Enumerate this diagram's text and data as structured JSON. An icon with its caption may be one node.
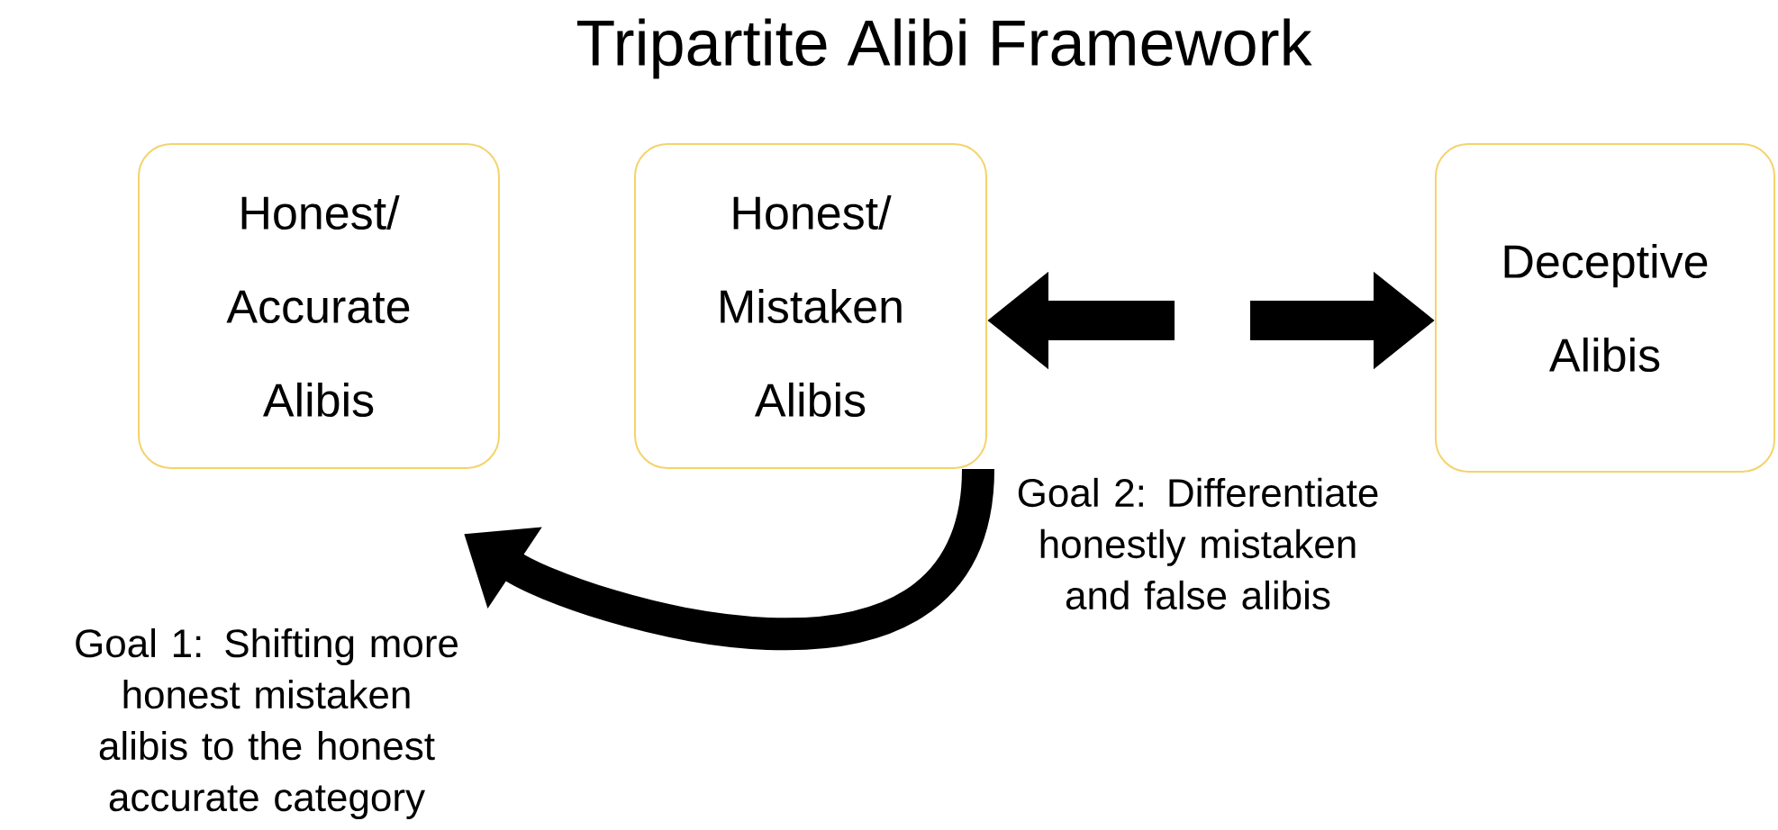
{
  "diagram": {
    "title": "Tripartite Alibi Framework",
    "nodes": [
      {
        "text": [
          "Honest/ Accurate Alibis"
        ]
      },
      {
        "text": [
          "Honest/ Mistaken Alibis"
        ]
      },
      {
        "text": [
          "Deceptive Alibis"
        ]
      }
    ],
    "edges": [
      {
        "from": 1,
        "to": 0,
        "arrow": "to",
        "label": "Goal 1: Shifting more honest mistaken alibis to the honest accurate category"
      },
      {
        "from": null,
        "to": 1,
        "arrow": "to"
      },
      {
        "from": null,
        "to": 2,
        "arrow": "to"
      }
    ],
    "labels": [
      "Goal 2: Differentiate honestly mistaken and false alibis"
    ]
  }
}
